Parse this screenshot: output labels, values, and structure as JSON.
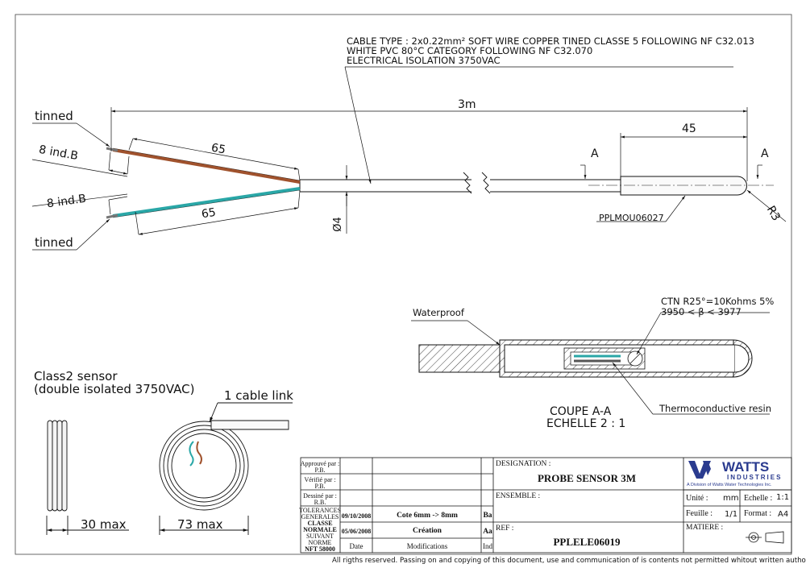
{
  "cable_note": {
    "line1": "CABLE TYPE : 2x0.22mm² SOFT WIRE COPPER TINED CLASSE 5 FOLLOWING NF C32.013",
    "line2": "WHITE PVC 80°C CATEGORY FOLLOWING NF C32.070",
    "line3": "ELECTRICAL ISOLATION 3750VAC"
  },
  "dims": {
    "total_length": "3m",
    "probe_length": "45",
    "wire_length_top": "65",
    "wire_length_bottom": "65",
    "strip_top": "8 ind.B",
    "strip_bottom": "8 ind.B",
    "diameter": "Ø4",
    "radius": "R3",
    "section_mark_left": "A",
    "section_mark_right": "A",
    "class2_width": "30 max",
    "coil_diameter": "73 max"
  },
  "labels": {
    "tinned_top": "tinned",
    "tinned_bottom": "tinned",
    "part_ref": "PPLMOU06027",
    "waterproof": "Waterproof",
    "ctn_line1": "CTN R25°=10Kohms 5%",
    "ctn_line2": "3950 < β < 3977",
    "thermo": "Thermoconductive resin",
    "section_title": "COUPE A-A",
    "section_scale": "ECHELLE 2 : 1",
    "class2_line1": "Class2 sensor",
    "class2_line2": "(double isolated 3750VAC)",
    "cable_link": "1 cable link"
  },
  "title_block": {
    "approved_label": "Approuvé par :",
    "approved_by": "P.B.",
    "verified_label": "Vérifié par :",
    "verified_by": "P.B.",
    "drawn_label": "Dessiné par :",
    "drawn_by": "R.B.",
    "tol1": "TOLERANCES",
    "tol2": "GENERALES",
    "tol3": "CLASSE",
    "tol4": "NORMALE",
    "tol5": "SUIVANT",
    "tol6": "NORME",
    "tol7": "NFT 58000",
    "rev_b_date": "09/10/2008",
    "rev_b_mod": "Cote 6mm -> 8mm",
    "rev_b_ind": "Ba",
    "rev_a_date": "05/06/2008",
    "rev_a_mod": "Création",
    "rev_a_ind": "Aa",
    "col_date": "Date",
    "col_mod": "Modifications",
    "col_ind": "Ind",
    "designation_label": "DESIGNATION :",
    "designation": "PROBE SENSOR 3M",
    "ensemble_label": "ENSEMBLE :",
    "ref_label": "REF :",
    "ref": "PPLELE06019",
    "unit_label": "Unité :",
    "unit": "mm",
    "scale_label": "Echelle :",
    "scale": "1:1",
    "sheet_label": "Feuille :",
    "sheet": "1/1",
    "format_label": "Format :",
    "format": "A4",
    "material_label": "MATIERE :",
    "brand": "WATTS",
    "brand_sub": "INDUSTRIES",
    "brand_tag": "A Division of Watts Water Technologies Inc."
  },
  "footer": "All rigths reserved. Passing on and copying of this document, use and communication of is contents not permitted whitout written authorization",
  "colors": {
    "wire_brown": "#a0522d",
    "wire_teal": "#2aa7a7",
    "line": "#111111"
  }
}
